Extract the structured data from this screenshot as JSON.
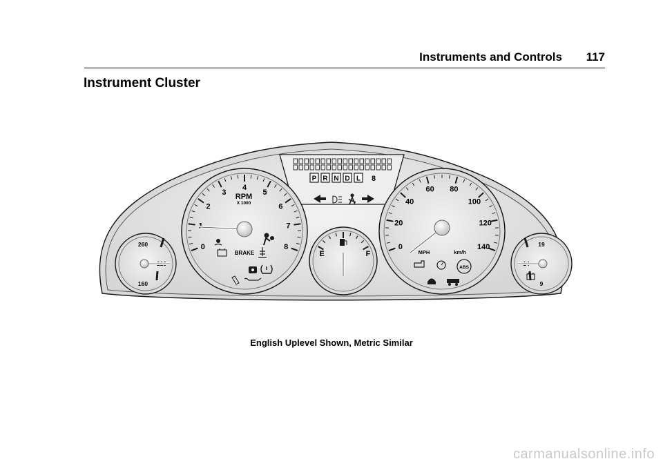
{
  "header": {
    "section": "Instruments and Controls",
    "page_number": "117"
  },
  "title": "Instrument Cluster",
  "figure": {
    "temp_gauge": {
      "labels": [
        "260",
        "210",
        "160"
      ]
    },
    "tachometer": {
      "ticks": [
        "0",
        "1",
        "2",
        "3",
        "4",
        "5",
        "6",
        "7",
        "8"
      ],
      "unit": "RPM",
      "multiplier": "X 1000",
      "brake_label": "BRAKE"
    },
    "info_display": {
      "gears": [
        "P",
        "R",
        "N",
        "D",
        "L"
      ],
      "gear_number": "8"
    },
    "fuel_gauge": {
      "empty": "E",
      "full": "F"
    },
    "speedometer": {
      "ticks": [
        "0",
        "20",
        "40",
        "60",
        "80",
        "100",
        "120",
        "140"
      ],
      "unit_mph": "MPH",
      "unit_kmh": "km/h",
      "abs_label": "ABS"
    },
    "volt_gauge": {
      "labels": [
        "19",
        "14",
        "9"
      ]
    },
    "colors": {
      "face": "#e4e4e4",
      "bezel": "#cfcfcf",
      "stroke": "#1a1a1a"
    }
  },
  "caption": "English Uplevel Shown, Metric Similar",
  "watermark": "carmanualsonline.info"
}
